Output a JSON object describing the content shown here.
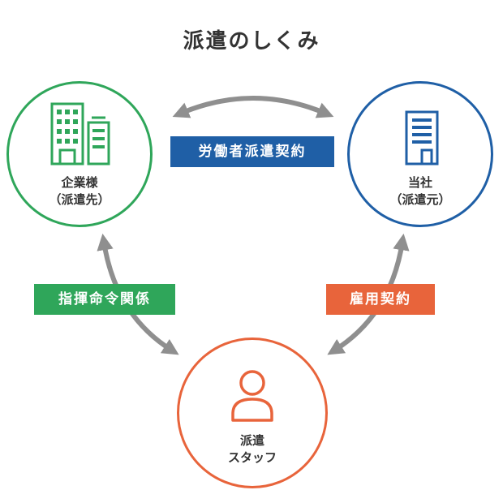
{
  "title": "派遣のしくみ",
  "colors": {
    "client": "#2fa65a",
    "agency": "#1f5fa6",
    "staff": "#e8643b",
    "arrow": "#8f8f8f",
    "text": "#333333"
  },
  "nodes": {
    "client": {
      "line1": "企業様",
      "line2": "（派遣先）",
      "icon": "office-buildings-icon"
    },
    "agency": {
      "line1": "当社",
      "line2": "（派遣元）",
      "icon": "office-building-icon"
    },
    "staff": {
      "line1": "派遣",
      "line2": "スタッフ",
      "icon": "person-icon"
    }
  },
  "relations": {
    "dispatch_contract": "労働者派遣契約",
    "command_relation": "指揮命令関係",
    "employment_contract": "雇用契約"
  }
}
